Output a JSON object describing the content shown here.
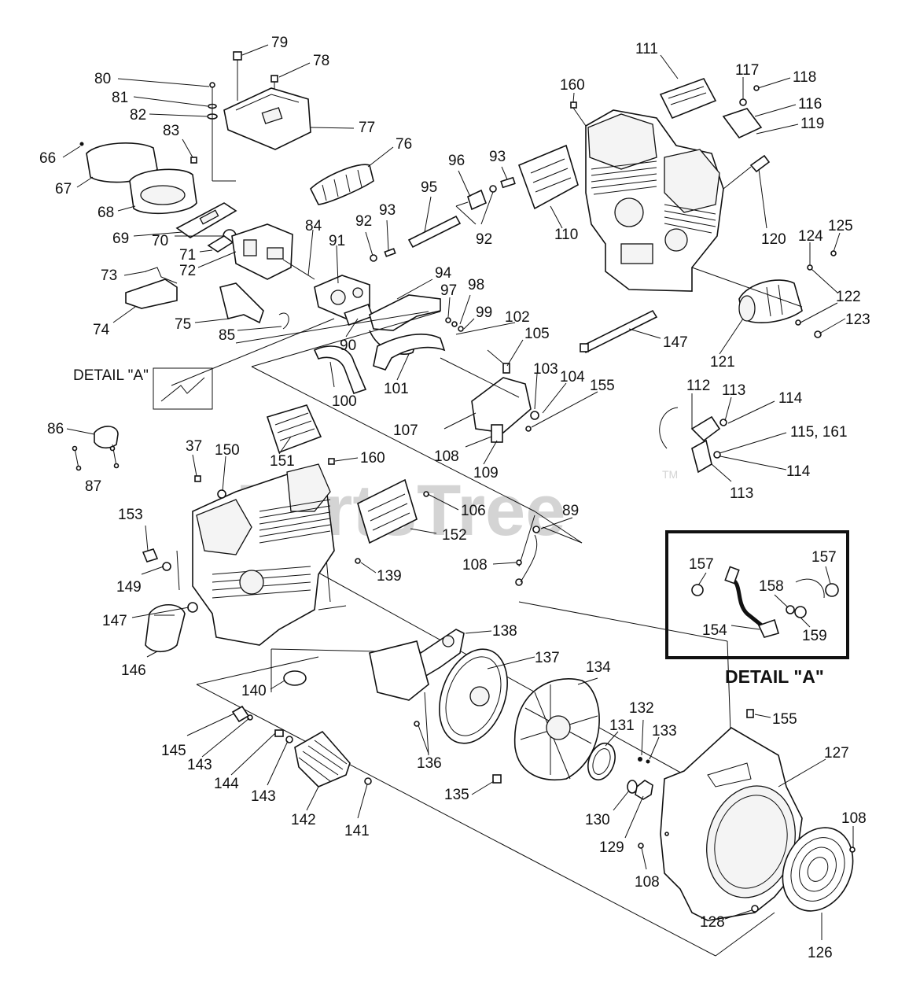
{
  "watermark": "PartsTree",
  "watermark_tm": "TM",
  "detail_label": "DETAIL \"A\"",
  "detail_caption": "DETAIL \"A\"",
  "callouts": {
    "c79": "79",
    "c78": "78",
    "c80": "80",
    "c81": "81",
    "c82": "82",
    "c83": "83",
    "c77": "77",
    "c76": "76",
    "c66": "66",
    "c67": "67",
    "c68": "68",
    "c69": "69",
    "c70": "70",
    "c71": "71",
    "c72": "72",
    "c73": "73",
    "c74": "74",
    "c75": "75",
    "c84": "84",
    "c85": "85",
    "c91": "91",
    "c92a": "92",
    "c92b": "92",
    "c93a": "93",
    "c93b": "93",
    "c95": "95",
    "c96": "96",
    "c94": "94",
    "c97": "97",
    "c98": "98",
    "c99": "99",
    "c90": "90",
    "c100": "100",
    "c101": "101",
    "c102": "102",
    "c105": "105",
    "c103": "103",
    "c104": "104",
    "c155a": "155",
    "c107": "107",
    "c108a": "108",
    "c109": "109",
    "c111": "111",
    "c117": "117",
    "c118": "118",
    "c160a": "160",
    "c116": "116",
    "c119": "119",
    "c110": "110",
    "c120": "120",
    "c124": "124",
    "c125": "125",
    "c122": "122",
    "c123": "123",
    "c147a": "147",
    "c121": "121",
    "c112": "112",
    "c113a": "113",
    "c114a": "114",
    "c115": "115, 161",
    "c114b": "114",
    "c113b": "113",
    "c86": "86",
    "c87": "87",
    "c37": "37",
    "c150": "150",
    "c151": "151",
    "c160b": "160",
    "c106": "106",
    "c152": "152",
    "c89": "89",
    "c153": "153",
    "c149": "149",
    "c139": "139",
    "c108b": "108",
    "c147b": "147",
    "c146": "146",
    "c138": "138",
    "c137": "137",
    "c134": "134",
    "c140": "140",
    "c132": "132",
    "c133": "133",
    "c131": "131",
    "c155b": "155",
    "c127": "127",
    "c145": "145",
    "c143a": "143",
    "c144": "144",
    "c143b": "143",
    "c142": "142",
    "c141": "141",
    "c136": "136",
    "c135": "135",
    "c130": "130",
    "c129": "129",
    "c108c": "108",
    "c108d": "108",
    "c128": "128",
    "c126": "126",
    "c157a": "157",
    "c157b": "157",
    "c158": "158",
    "c154": "154",
    "c159": "159"
  }
}
